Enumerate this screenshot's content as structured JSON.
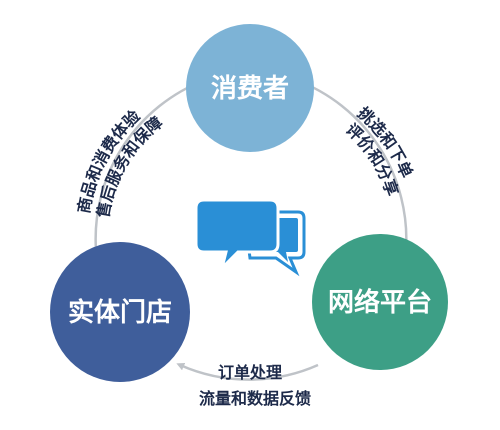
{
  "nodes": {
    "consumer": {
      "label": "消费者",
      "color": "#7db3d6"
    },
    "platform": {
      "label": "网络平台",
      "color": "#3d9f86"
    },
    "store": {
      "label": "实体门店",
      "color": "#3f5e9b"
    }
  },
  "edges": {
    "consumer_to_platform": {
      "line1": "挑选和下单",
      "line2": "评价和分享"
    },
    "platform_to_store": {
      "line1": "订单处理",
      "line2": "流量和数据反馈"
    },
    "store_to_consumer": {
      "line1": "商品和消费体验",
      "line2": "售后服务和保障"
    }
  },
  "center_icon": "chat-bubbles-icon",
  "colors": {
    "ring": "#bfc3c8",
    "bubble_front": "#2a8fd6",
    "bubble_back": "#2a8fd6"
  }
}
